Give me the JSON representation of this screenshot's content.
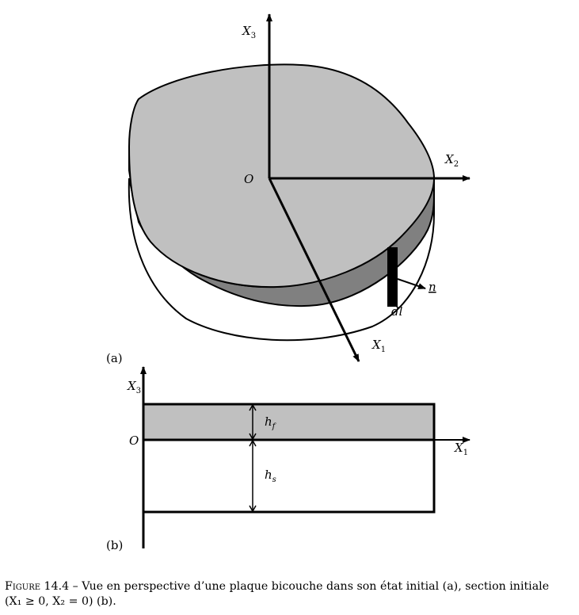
{
  "panel_a": {
    "label": "(a)",
    "axis_x3": "X",
    "axis_x3_sub": "3",
    "axis_x2": "X",
    "axis_x2_sub": "2",
    "axis_x1": "X",
    "axis_x1_sub": "1",
    "origin": "O",
    "normal": "n",
    "element": "dl"
  },
  "panel_b": {
    "label": "(b)",
    "axis_x3": "X",
    "axis_x3_sub": "3",
    "axis_x1": "X",
    "axis_x1_sub": "1",
    "origin": "O",
    "film_thickness": "h",
    "film_thickness_sub": "f",
    "substrate_thickness": "h",
    "substrate_thickness_sub": "s"
  },
  "colors": {
    "film_top": "#c0c0c0",
    "film_side": "#808080",
    "substrate": "#ffffff",
    "line": "#000000"
  },
  "caption": {
    "prefix": "Figure 14.4",
    "text": " – Vue en perspective d’une plaque bicouche dans son état initial (a), section initiale",
    "line2": "(X₁ ≥ 0, X₂ = 0) (b)."
  }
}
